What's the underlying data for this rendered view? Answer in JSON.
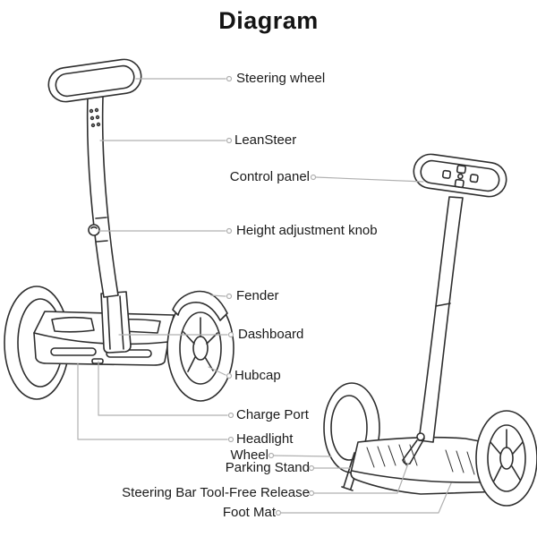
{
  "title": "Diagram",
  "labels": {
    "steering_wheel": "Steering wheel",
    "leansteer": "LeanSteer",
    "control_panel": "Control panel",
    "height_adjustment_knob": "Height adjustment knob",
    "fender": "Fender",
    "dashboard": "Dashboard",
    "hubcap": "Hubcap",
    "charge_port": "Charge Port",
    "headlight": "Headlight",
    "wheel": "Wheel",
    "parking_stand": "Parking Stand",
    "steering_bar_release": "Steering Bar Tool-Free Release",
    "foot_mat": "Foot Mat"
  },
  "colors": {
    "line_art": "#2e2e2e",
    "leader_line": "#b0b0b0",
    "text": "#1a1a1a",
    "background": "#ffffff"
  }
}
